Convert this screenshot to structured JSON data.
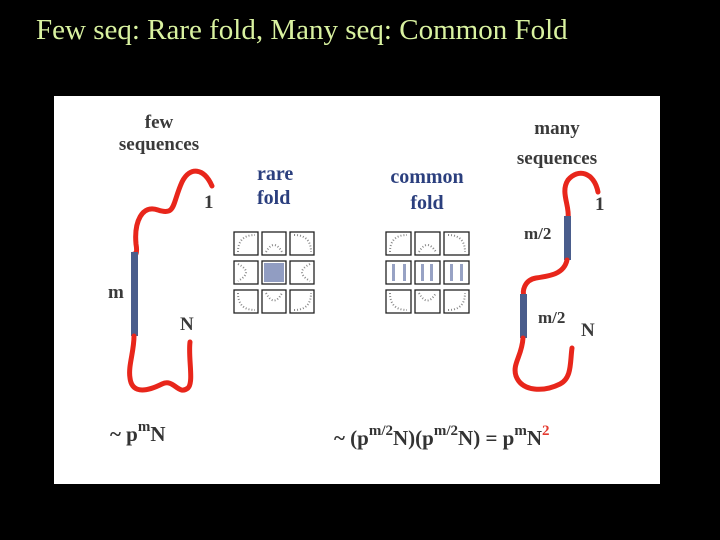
{
  "slide": {
    "title": "Few seq: Rare fold, Many seq: Common Fold"
  },
  "left": {
    "heading_line1": "few",
    "heading_line2": "sequences",
    "end_label_start": "1",
    "segment_label": "m",
    "end_label_end": "N"
  },
  "rare": {
    "line1": "rare",
    "line2": "fold"
  },
  "common": {
    "line1": "common",
    "line2": "fold"
  },
  "right": {
    "heading_line1": "many",
    "heading_line2": "sequences",
    "end_label_start": "1",
    "segment_label_top": "m/2",
    "segment_label_bottom": "m/2",
    "end_label_end": "N"
  },
  "formula_left": {
    "prefix": "~ p",
    "exp": "m",
    "suffix": "N"
  },
  "formula_right": {
    "prefix": "~ (p",
    "exp1": "m/2",
    "mid1": "N)(p",
    "exp2": "m/2",
    "mid2": "N) = p",
    "exp3": "m",
    "base": "N",
    "exp4": "2"
  },
  "colors": {
    "chain": "#e8261b",
    "segment": "#4a5d8c",
    "title": "#d9f2a0",
    "blue_text": "#2b3f7e"
  }
}
